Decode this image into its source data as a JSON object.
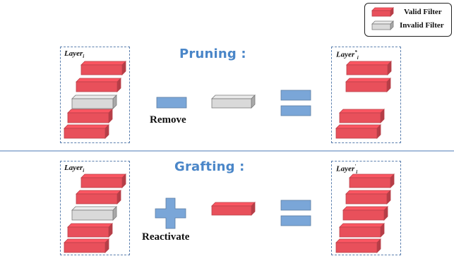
{
  "legend": {
    "valid_label": "Valid Filter",
    "invalid_label": "Invalid Filter"
  },
  "colors": {
    "valid": "#e8505b",
    "invalid": "#d9d9d9",
    "op": "#7aa6d8",
    "title": "#4a86c8",
    "divider": "#6f93c4"
  },
  "pruning": {
    "title": "Pruning :",
    "op_label": "Remove",
    "before_label": "Layer",
    "before_sub": "i",
    "after_label": "Layer",
    "after_sup": "*",
    "after_sub": "i",
    "before_filters": [
      "valid",
      "valid",
      "invalid",
      "valid",
      "valid"
    ],
    "after_filters": [
      "valid",
      "valid",
      "valid",
      "valid"
    ],
    "op_filter": "invalid",
    "operator": "minus"
  },
  "grafting": {
    "title": "Grafting :",
    "op_label": "Reactivate",
    "before_label": "Layer",
    "before_sub": "i",
    "after_label": "Layer",
    "after_sup": "'",
    "after_sub": "i",
    "before_filters": [
      "valid",
      "valid",
      "invalid",
      "valid",
      "valid"
    ],
    "after_filters": [
      "valid",
      "valid",
      "valid",
      "valid",
      "valid"
    ],
    "op_filter": "valid",
    "operator": "plus"
  }
}
